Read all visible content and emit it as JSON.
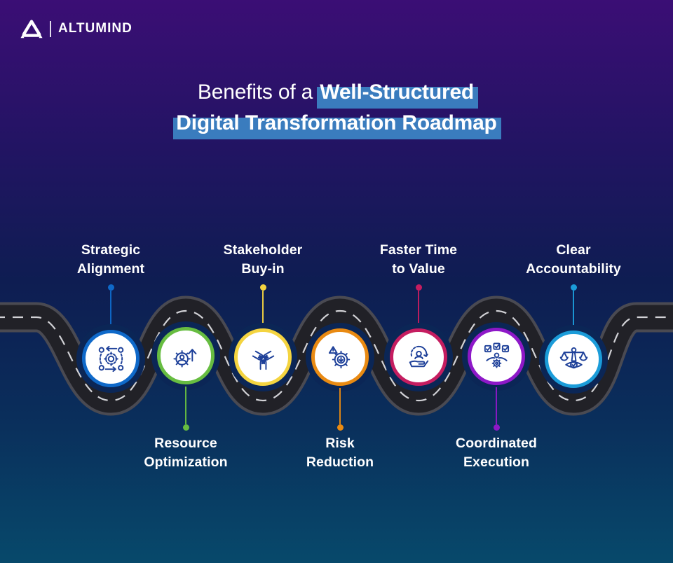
{
  "brand": {
    "name": "ALTUMIND",
    "logo_icon": "altumind-triangle-logo"
  },
  "title": {
    "regular_part": "Benefits of a",
    "highlight_part_1": "Well-Structured",
    "highlight_part_2": "Digital Transformation Roadmap",
    "highlight_color": "#3A7CBE",
    "text_color": "#FFFFFF"
  },
  "background": {
    "top": "#3B0E75",
    "upper_mid": "#221463",
    "middle": "#0E1D52",
    "lower_mid": "#0A2E5B",
    "bottom": "#07496B",
    "circle_gap": "#0B2656"
  },
  "road": {
    "edge_color": "#4A4A52",
    "asphalt_color": "#212127",
    "lane_line_color": "#E6E6EA"
  },
  "icon_color": "#1E4099",
  "milestones": [
    {
      "label": "Strategic\nAlignment",
      "color": "#0F69C9",
      "icon": "strategic-alignment-icon",
      "label_position": "top"
    },
    {
      "label": "Resource\nOptimization",
      "color": "#67BD41",
      "icon": "resource-optimization-icon",
      "label_position": "bottom"
    },
    {
      "label": "Stakeholder\nBuy-in",
      "color": "#F4D440",
      "icon": "stakeholder-buyin-icon",
      "label_position": "top"
    },
    {
      "label": "Risk\nReduction",
      "color": "#E98A12",
      "icon": "risk-reduction-icon",
      "label_position": "bottom"
    },
    {
      "label": "Faster Time\nto Value",
      "color": "#C51D60",
      "icon": "faster-time-to-value-icon",
      "label_position": "top"
    },
    {
      "label": "Coordinated\nExecution",
      "color": "#8E18C8",
      "icon": "coordinated-execution-icon",
      "label_position": "bottom"
    },
    {
      "label": "Clear\nAccountability",
      "color": "#1B9CD9",
      "icon": "clear-accountability-icon",
      "label_position": "top"
    }
  ]
}
